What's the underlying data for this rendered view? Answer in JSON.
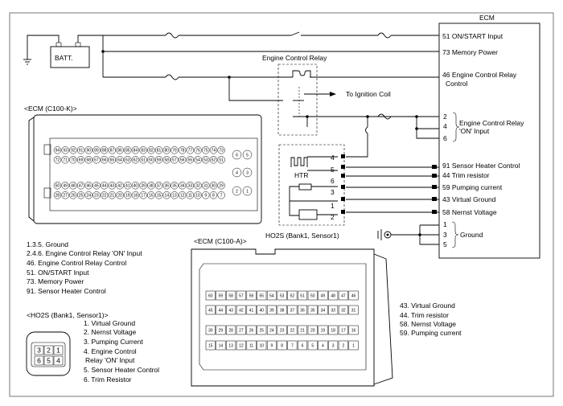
{
  "title": "ECM",
  "battery_label": "BATT.",
  "relay_label": "Engine Control Relay",
  "ignition_label": "To Ignition Coil",
  "htr_label": "HTR",
  "sensor_label": "HO2S (Bank1, Sensor1)",
  "ecm_terminals": [
    {
      "num": "51",
      "desc": "ON/START Input"
    },
    {
      "num": "73",
      "desc": "Memory Power"
    },
    {
      "num": "46",
      "desc": "Engine Control Relay"
    },
    {
      "num": "",
      "desc": "Control"
    },
    {
      "num": "91",
      "desc": "Sensor Heater Control"
    },
    {
      "num": "44",
      "desc": "Trim resistor"
    },
    {
      "num": "59",
      "desc": "Pumping current"
    },
    {
      "num": "43",
      "desc": "Virtual Ground"
    },
    {
      "num": "58",
      "desc": "Nernst Voltage"
    }
  ],
  "relay_on_pins": [
    "2",
    "4",
    "6"
  ],
  "relay_on_label": [
    "Engine Control Relay",
    "'ON' Input"
  ],
  "ground_pins": [
    "1",
    "3",
    "5"
  ],
  "ground_label": "Ground",
  "sensor_pins": [
    "4",
    "5",
    "6",
    "3",
    "1",
    "2"
  ],
  "c100k": {
    "title": "<ECM (C100-K)>",
    "rows": [
      [
        "94",
        "93",
        "92",
        "91",
        "90",
        "89",
        "88",
        "87",
        "86",
        "85",
        "84",
        "83",
        "82",
        "81",
        "80",
        "79",
        "78",
        "77",
        "76",
        "75",
        "74",
        "73"
      ],
      [
        "72",
        "71",
        "70",
        "69",
        "68",
        "67",
        "66",
        "65",
        "64",
        "63",
        "62",
        "61",
        "60",
        "59",
        "58",
        "57",
        "56",
        "55",
        "54",
        "53",
        "52",
        "51"
      ],
      [
        "50",
        "49",
        "48",
        "47",
        "46",
        "45",
        "44",
        "43",
        "42",
        "41",
        "40",
        "39",
        "38",
        "37",
        "36",
        "35",
        "34",
        "33",
        "32",
        "31",
        "30",
        "29"
      ],
      [
        "28",
        "27",
        "26",
        "25",
        "24",
        "23",
        "22",
        "21",
        "20",
        "19",
        "18",
        "17",
        "16",
        "15",
        "14",
        "13",
        "12",
        "11",
        "10",
        "9",
        "8",
        "7"
      ]
    ],
    "side_pins": [
      [
        "6",
        "5"
      ],
      [
        "4",
        "3"
      ],
      [
        "2",
        "1"
      ]
    ]
  },
  "c100k_legend": [
    "1.3.5. Ground",
    "2.4.6. Engine Control Relay 'ON' Input",
    "46. Engine Control Relay Control",
    "51. ON/START Input",
    "73. Memory Power",
    "91. Sensor Heater Control"
  ],
  "c100a": {
    "title": "<ECM (C100-A)>",
    "rows": [
      [
        "60",
        "59",
        "58",
        "57",
        "56",
        "55",
        "54",
        "53",
        "52",
        "51",
        "50",
        "49",
        "48",
        "47",
        "46"
      ],
      [
        "45",
        "44",
        "43",
        "42",
        "41",
        "40",
        "39",
        "38",
        "37",
        "36",
        "35",
        "34",
        "33",
        "32",
        "31"
      ],
      [
        "30",
        "29",
        "28",
        "27",
        "26",
        "25",
        "24",
        "23",
        "22",
        "21",
        "20",
        "19",
        "18",
        "17",
        "16"
      ],
      [
        "15",
        "14",
        "13",
        "12",
        "11",
        "10",
        "9",
        "8",
        "7",
        "6",
        "5",
        "4",
        "3",
        "2",
        "1"
      ]
    ]
  },
  "c100a_legend": [
    "43. Virtual Ground",
    "44. Trim resistor",
    "58. Nernst Voltage",
    "59. Pumping current"
  ],
  "ho2s": {
    "title": "<HO2S (Bank1, Sensor1)>",
    "top_pins": [
      "3",
      "2",
      "1"
    ],
    "bottom_pins": [
      "6",
      "5",
      "4"
    ],
    "legend": [
      "1. Virtual Ground",
      "2. Nernst Voltage",
      "3. Pumping Current",
      "4. Engine Control",
      "Relay 'ON' Input",
      "5. Sensor Heater Control",
      "6. Trim Resistor"
    ]
  }
}
